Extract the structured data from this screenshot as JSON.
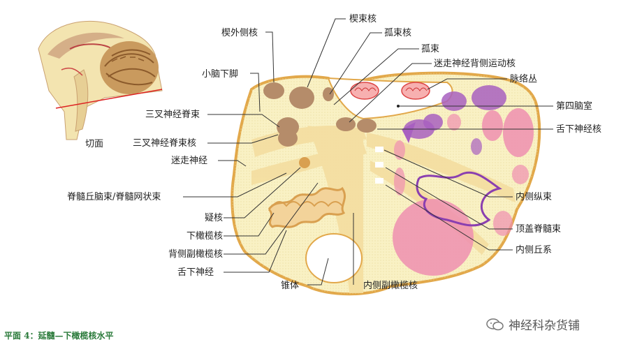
{
  "labels": {
    "xiewaice": "楔外侧核",
    "xiaonaoxiajiao": "小脑下脚",
    "sanchashenjingjishu": "三叉神经脊束",
    "sanchashenjingjishuhe": "三叉神经脊束核",
    "mizoushenjing": "迷走神经",
    "jisuiqiunaoshu": "脊髓丘脑束/脊髓网状束",
    "yihe": "疑核",
    "xiaganlanhe": "下橄榄核",
    "beicefuganlanhe": "背侧副橄榄核",
    "shexiashenjing": "舌下神经",
    "zhuiti": "锥体",
    "neicefuganlanhe": "内侧副橄榄核",
    "xieshuhe": "楔束核",
    "gushuhe": "孤束核",
    "gushu": "孤束",
    "mizoubeiceyundonghe": "迷走神经背侧运动核",
    "maiguocong": "脉络丛",
    "disinaoshi": "第四脑室",
    "shexiashenjinghe": "舌下神经核",
    "neicezongshu": "内侧纵束",
    "dinggaijisuishu": "顶盖脊髓束",
    "neiceqiuxi": "内侧丘系",
    "qiemian": "切面"
  },
  "caption": "平面 4：延髓—下橄榄核水平",
  "watermark": "神经科杂货铺",
  "colors": {
    "background_tissue": "#f9f1c4",
    "fiber_tracts": "#f4dea0",
    "nucleus_brown": "#b58c6a",
    "pink_region": "#ef8fb0",
    "purple_region": "#a860c0",
    "olive_outline": "#d9a050",
    "caption_green": "#2a7a3a"
  }
}
